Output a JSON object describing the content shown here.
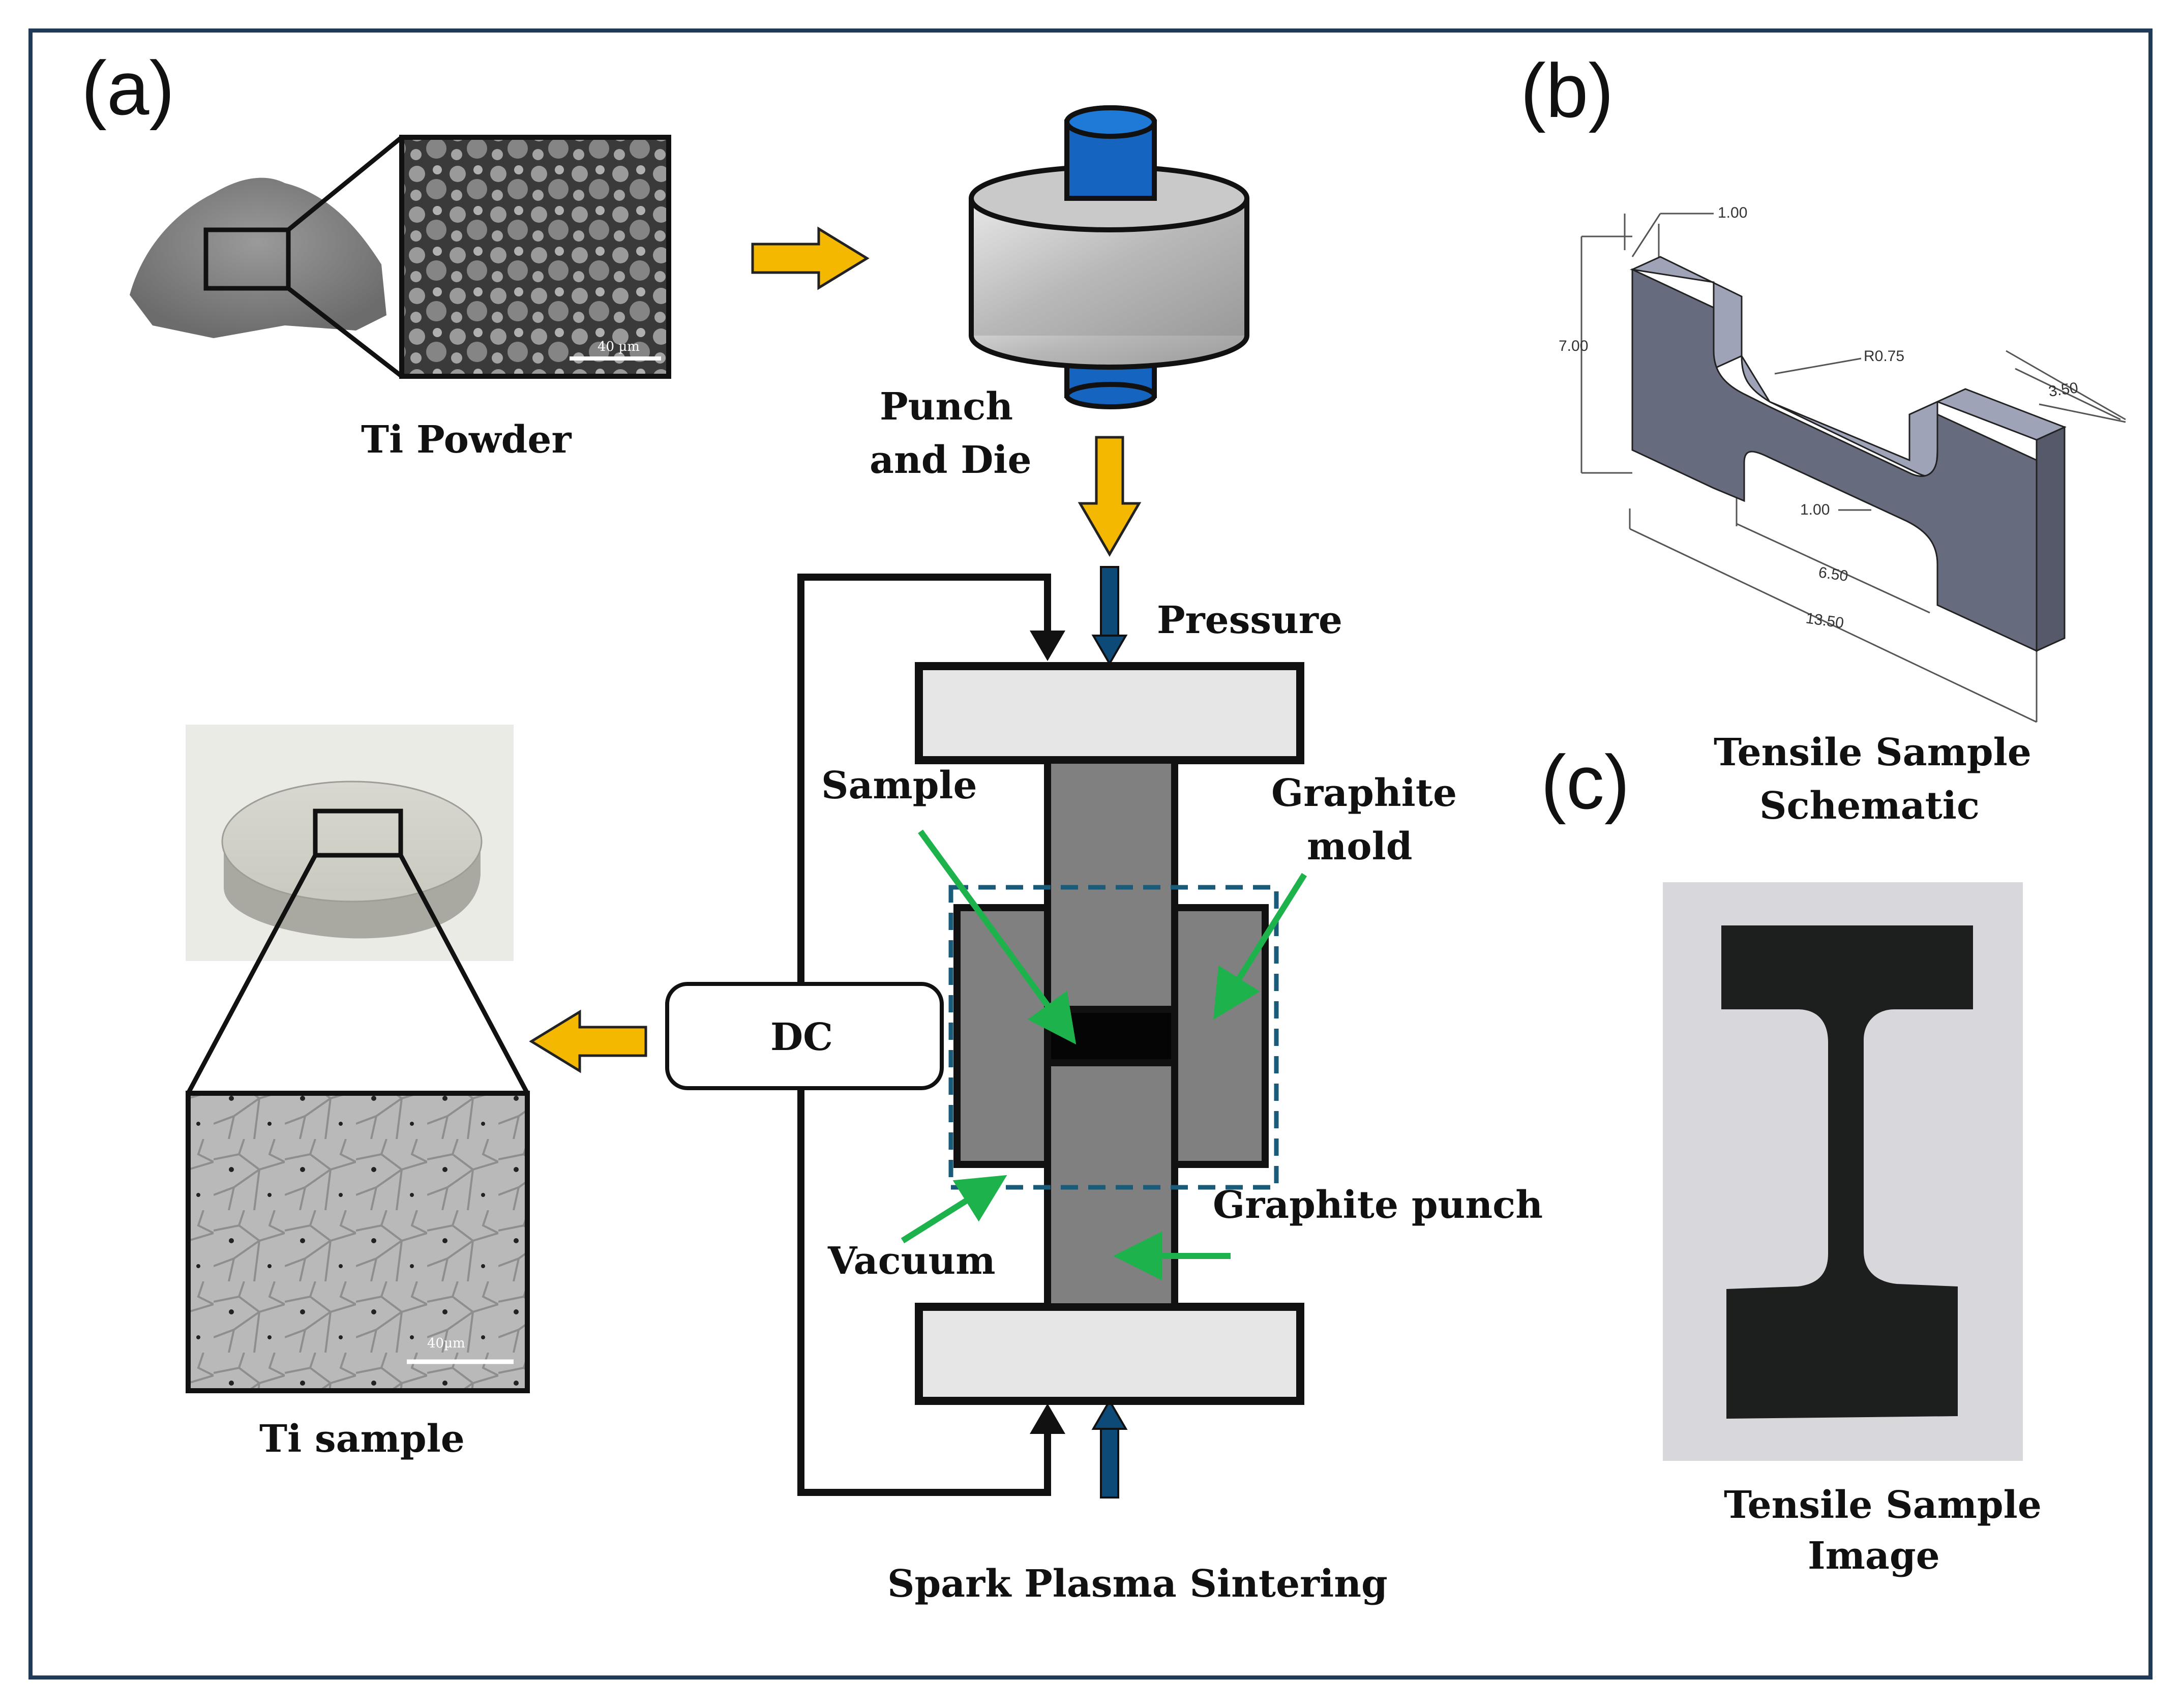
{
  "panels": {
    "a": "(a)",
    "b": "(b)",
    "c": "(c)"
  },
  "captions": {
    "ti_powder": "Ti Powder",
    "punch_and_die_1": "Punch",
    "punch_and_die_2": "and Die",
    "pressure": "Pressure",
    "sample": "Sample",
    "graphite_mold_1": "Graphite",
    "graphite_mold_2": "mold",
    "dc": "DC",
    "graphite_punch": "Graphite punch",
    "vacuum": "Vacuum",
    "spark_plasma_sintering": "Spark Plasma Sintering",
    "ti_sample": "Ti sample",
    "tensile_schematic_1": "Tensile Sample",
    "tensile_schematic_2": "Schematic",
    "tensile_image_1": "Tensile Sample",
    "tensile_image_2": "Image"
  },
  "scale_bars": {
    "powder": "40 µm",
    "microstructure": "40µm"
  },
  "dimensions": {
    "thickness": "1.00",
    "height": "7.00",
    "radius": "R0.75",
    "grip_width": "3.50",
    "gauge_width": "1.00",
    "gauge_length": "6.50",
    "total_length": "13.50"
  },
  "colors": {
    "border": "#1f3b57",
    "orange_arrow": "#f5b800",
    "green_arrow": "#1db24b",
    "blue_punch": "#1565c0",
    "dark_blue_arrow": "#0d4a78",
    "graphite": "#808080",
    "plate": "#e6e6e6",
    "vacuum_dash": "#1a5b7a"
  }
}
